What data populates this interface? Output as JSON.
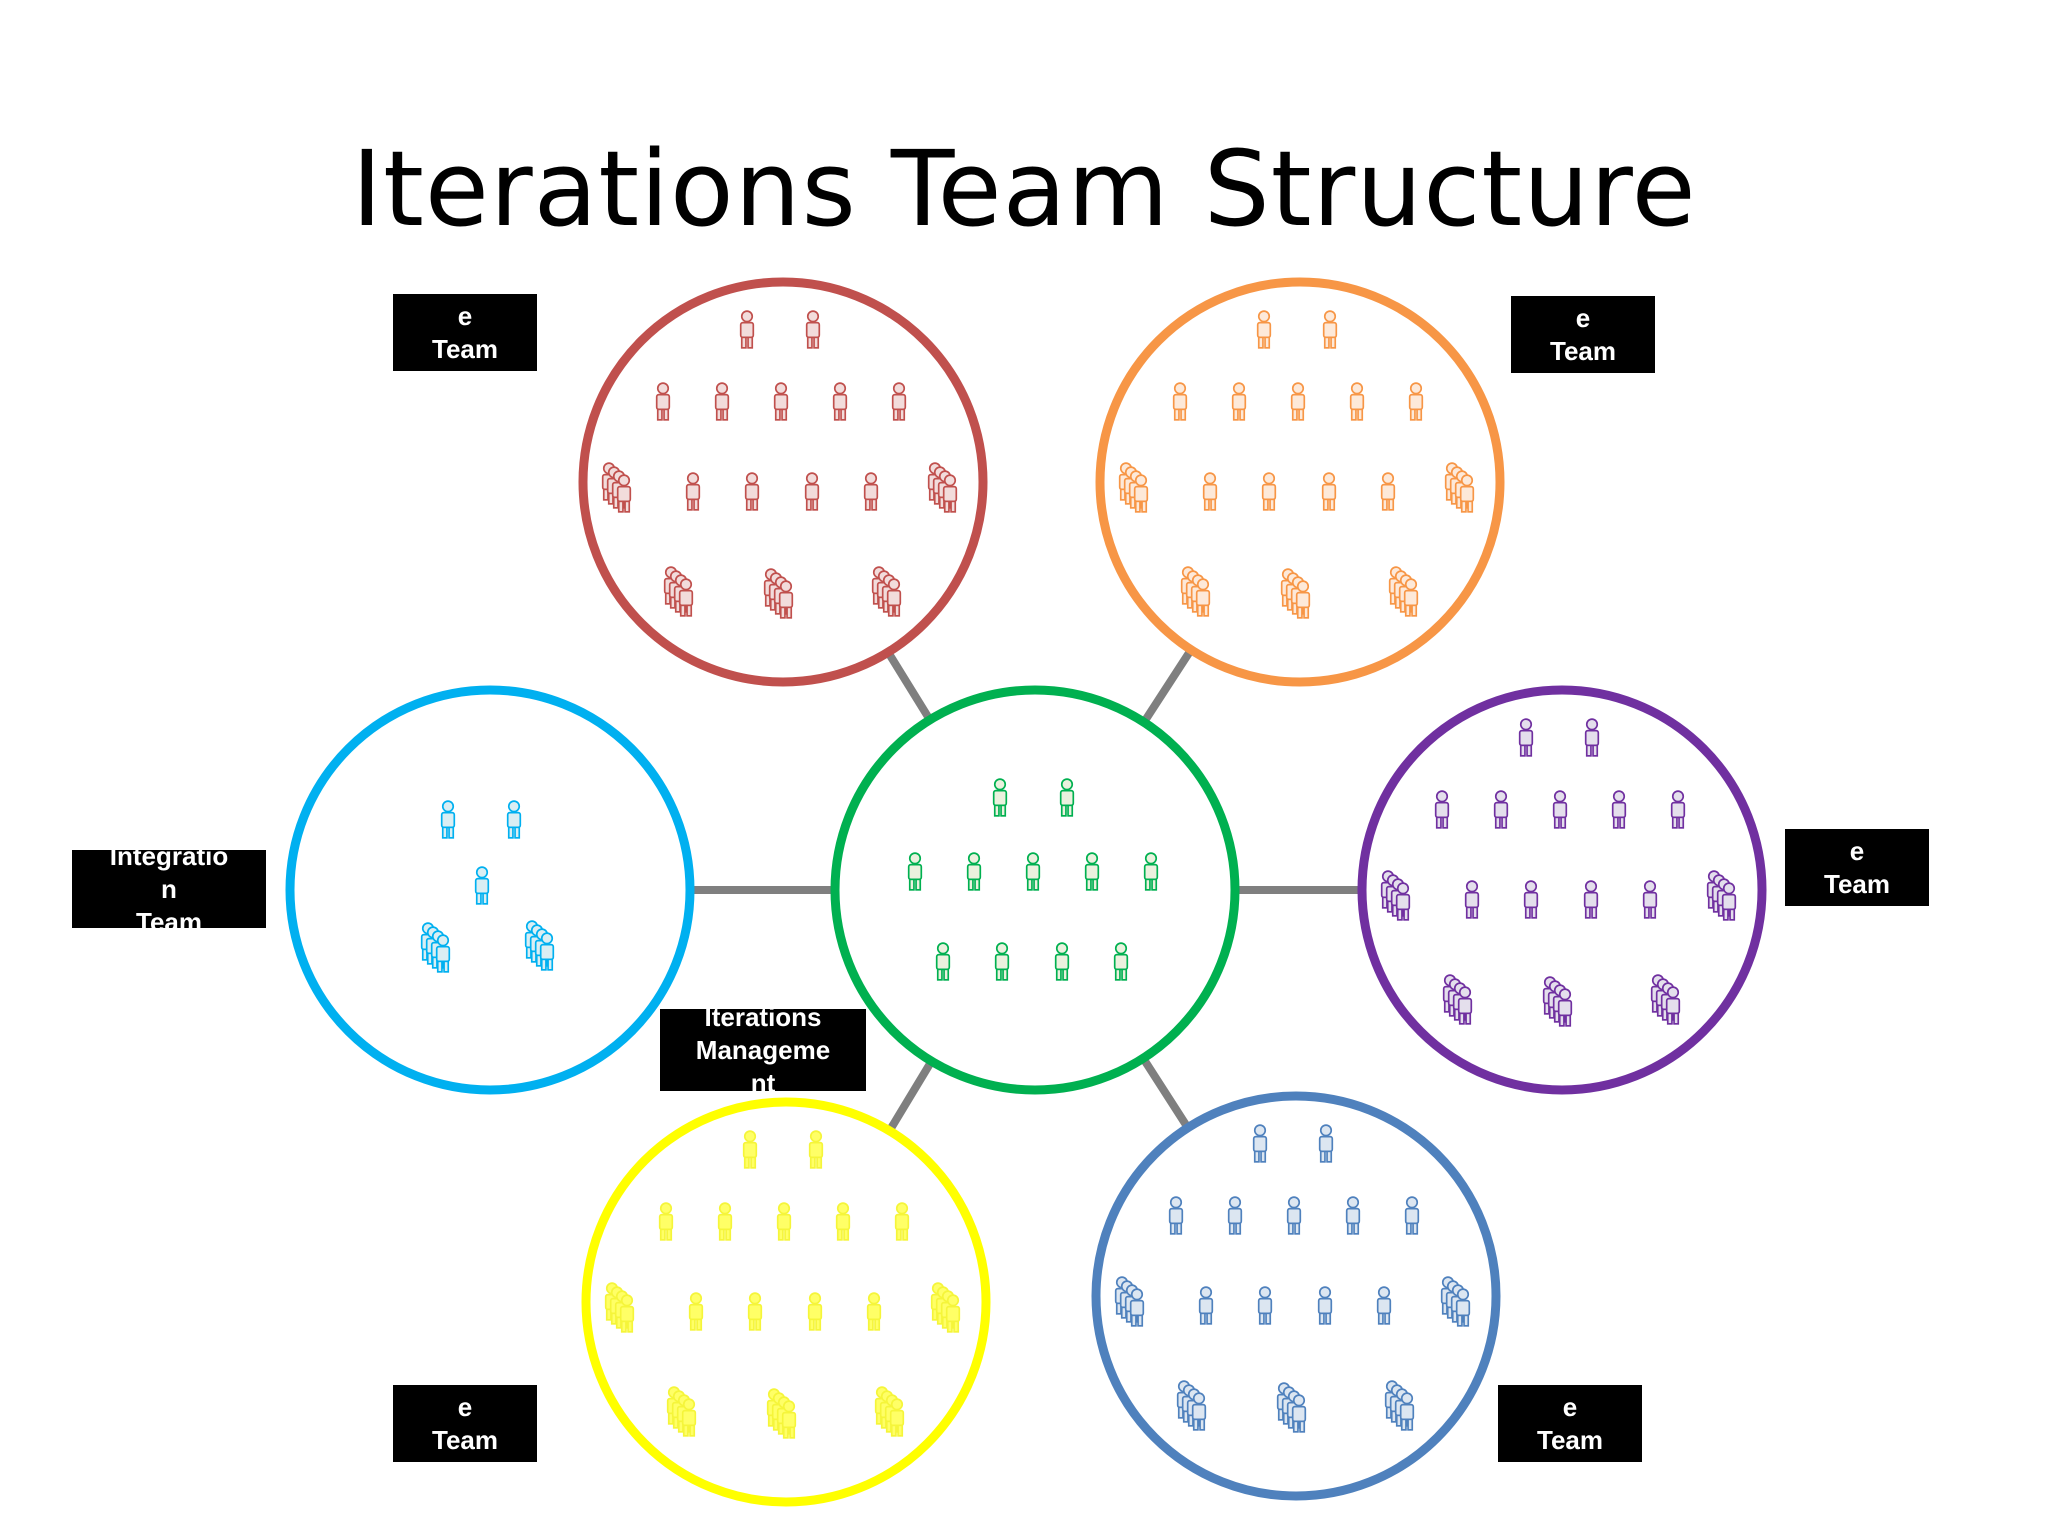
{
  "title": "Iterations Team Structure",
  "teams": [
    {
      "id": "top-left-team",
      "color": "#c0504d",
      "fill": "#f2dcdb",
      "label_lines": [
        "e",
        "Team"
      ],
      "people": {
        "singles": 11,
        "groups": 5
      }
    },
    {
      "id": "top-right-team",
      "color": "#f79646",
      "fill": "#fde9d9",
      "label_lines": [
        "e",
        "Team"
      ],
      "people": {
        "singles": 11,
        "groups": 5
      }
    },
    {
      "id": "integration-team",
      "color": "#00b0f0",
      "fill": "#daeef3",
      "label_lines": [
        "Integratio",
        "n",
        "Team"
      ],
      "people": {
        "singles": 3,
        "groups": 2
      }
    },
    {
      "id": "iterations-management",
      "color": "#00b050",
      "fill": "#ebf1de",
      "label_lines": [
        "Iterations",
        "Manageme",
        "nt"
      ],
      "people": {
        "singles": 11,
        "groups": 0
      }
    },
    {
      "id": "right-team",
      "color": "#7030a0",
      "fill": "#e4dfec",
      "label_lines": [
        "e",
        "Team"
      ],
      "people": {
        "singles": 11,
        "groups": 5
      }
    },
    {
      "id": "bottom-left-team",
      "color": "#ffff00",
      "fill": "#ffff66",
      "label_lines": [
        "e",
        "Team"
      ],
      "people": {
        "singles": 11,
        "groups": 5
      }
    },
    {
      "id": "bottom-right-team",
      "color": "#4f81bd",
      "fill": "#dce6f1",
      "label_lines": [
        "e",
        "Team"
      ],
      "people": {
        "singles": 11,
        "groups": 5
      }
    }
  ],
  "connector_color": "#7f7f7f"
}
